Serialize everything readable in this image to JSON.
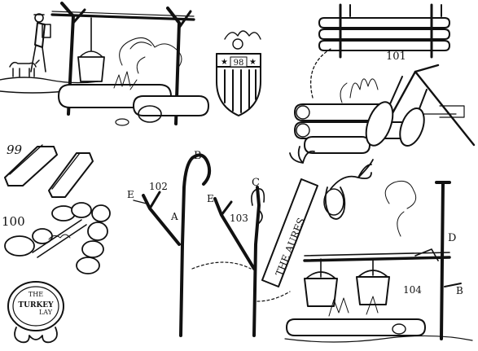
{
  "figure_numbers": {
    "fig_98_shield": "98",
    "fig_99": "99",
    "fig_100": "100",
    "fig_101": "101",
    "fig_102": "102",
    "fig_103": "103",
    "fig_104": "104"
  },
  "part_labels": {
    "b_top": "B",
    "a_crotch": "A",
    "e_left": "E",
    "e_right": "E",
    "c_hook": "C",
    "d_upright": "D",
    "b_peg": "B"
  },
  "emblems": {
    "turkey_line1": "THE",
    "turkey_line2": "TURKEY",
    "turkey_line3": "LAY",
    "aures_banner": "THE AURES"
  },
  "colors": {
    "ink": "#111111",
    "paper": "#ffffff"
  }
}
